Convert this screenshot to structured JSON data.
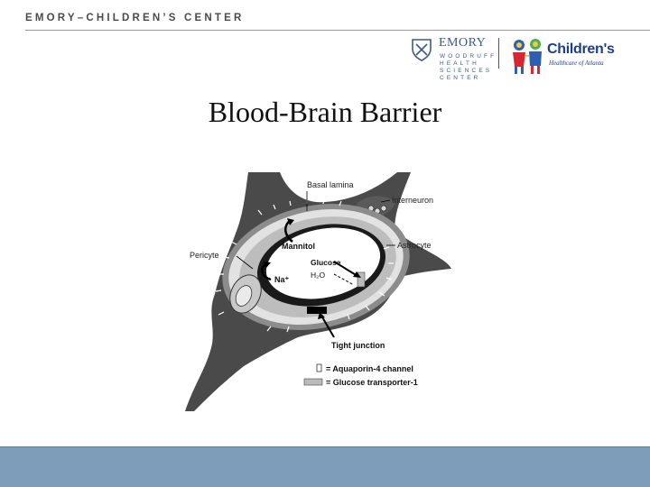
{
  "header": {
    "title": "EMORY–CHILDREN’S CENTER"
  },
  "logos": {
    "emory": {
      "name": "EMORY",
      "sub_lines": [
        "WOODRUFF",
        "HEALTH",
        "SCIENCES",
        "CENTER"
      ]
    },
    "childrens": {
      "name": "Children's",
      "subtitle": "Healthcare of Atlanta"
    }
  },
  "slide": {
    "title": "Blood-Brain Barrier"
  },
  "diagram": {
    "labels": {
      "basal_lamina": "Basal lamina",
      "interneuron": "Interneuron",
      "astrocyte": "Astrocyte",
      "pericyte": "Pericyte",
      "mannitol": "Mannitol",
      "glucose": "Glucose",
      "h2o": "H₂O",
      "na": "Na⁺",
      "tight_junction": "Tight junction"
    },
    "legend": [
      {
        "symbol": "aquaporin",
        "text": "= Aquaporin-4 channel"
      },
      {
        "symbol": "glucose-transporter",
        "text": "= Glucose transporter-1"
      }
    ]
  },
  "colors": {
    "footer": "#7e9dbb",
    "emory_blue": "#3c5a84",
    "childrens_blue": "#1f3e8a"
  }
}
